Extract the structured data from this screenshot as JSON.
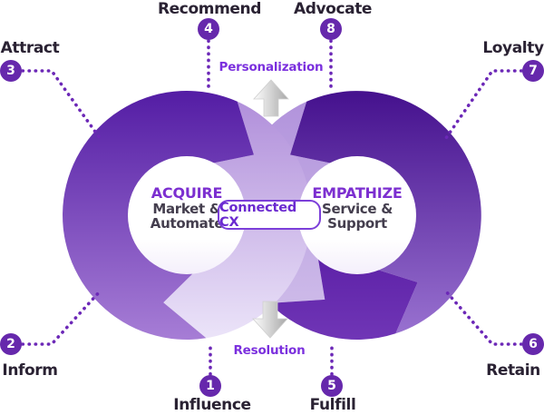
{
  "center_badge": {
    "label": "Connected CX"
  },
  "flows": {
    "top": "Personalization",
    "bottom": "Resolution"
  },
  "left_circle": {
    "title": "ACQUIRE",
    "line1": "Market &",
    "line2": "Automate"
  },
  "right_circle": {
    "title": "EMPATHIZE",
    "line1": "Service &",
    "line2": "Support"
  },
  "stages": [
    {
      "number": "1",
      "label": "Influence"
    },
    {
      "number": "2",
      "label": "Inform"
    },
    {
      "number": "3",
      "label": "Attract"
    },
    {
      "number": "4",
      "label": "Recommend"
    },
    {
      "number": "5",
      "label": "Fulfill"
    },
    {
      "number": "6",
      "label": "Retain"
    },
    {
      "number": "7",
      "label": "Loyalty"
    },
    {
      "number": "8",
      "label": "Advocate"
    }
  ],
  "colors": {
    "badge_fill": "#6628AC",
    "dotted_line": "#6C28B7",
    "flow_text": "#7B30DE",
    "circle_title_text": "#7C2FD0",
    "circle_sub_text": "#443E4E",
    "stage_label_text": "#2A2233",
    "cx_box_border": "#7C3FD9",
    "cx_box_text": "#6B2AD0",
    "ring_dark_left_top": "#531CA4",
    "ring_dark_left_bottom": "#A77ED6",
    "ring_light_left_top": "#AE8BD9",
    "ring_light_left_bottom": "#ECE5F9",
    "ring_dark_right_top": "#44108D",
    "ring_dark_right_bottom": "#9B74D2",
    "ring_light_right_top": "#B091DB",
    "ring_light_right_bottom": "#D2C1EB",
    "ring_arm_right_top": "#5E22A8",
    "ring_arm_right_bottom": "#7036B6",
    "arrow_light": "#FDFDFD",
    "arrow_dark": "#A8A8A8"
  }
}
